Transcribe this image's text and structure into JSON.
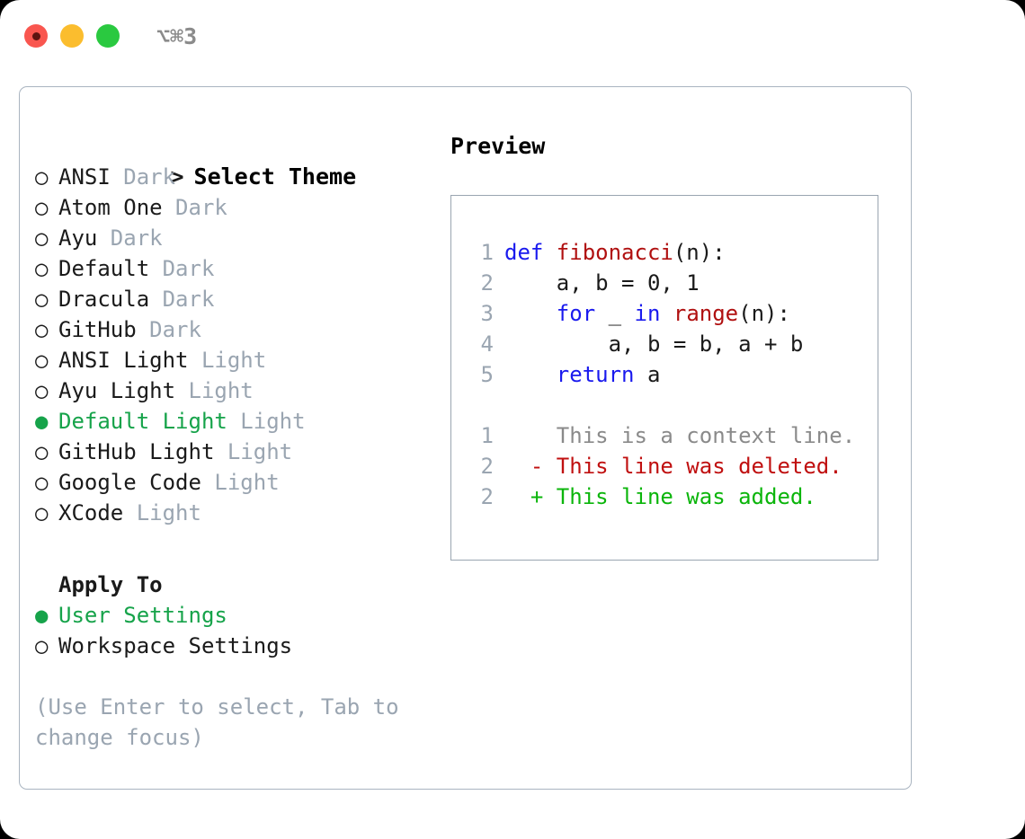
{
  "titlebar": {
    "buttons": [
      {
        "name": "close",
        "color": "#f9564f"
      },
      {
        "name": "minimize",
        "color": "#fbbd2e"
      },
      {
        "name": "maximize",
        "color": "#2ac940"
      }
    ],
    "shortcut": "⌥⌘3"
  },
  "theme_panel": {
    "header_marker": ">",
    "header": "Select Theme",
    "selected_marker": "●",
    "unselected_marker": "○",
    "items": [
      {
        "marker": "○",
        "label": "ANSI",
        "tag": "Dark",
        "selected": false
      },
      {
        "marker": "○",
        "label": "Atom One",
        "tag": "Dark",
        "selected": false
      },
      {
        "marker": "○",
        "label": "Ayu",
        "tag": "Dark",
        "selected": false
      },
      {
        "marker": "○",
        "label": "Default",
        "tag": "Dark",
        "selected": false
      },
      {
        "marker": "○",
        "label": "Dracula",
        "tag": "Dark",
        "selected": false
      },
      {
        "marker": "○",
        "label": "GitHub",
        "tag": "Dark",
        "selected": false
      },
      {
        "marker": "○",
        "label": "ANSI Light",
        "tag": "Light",
        "selected": false
      },
      {
        "marker": "○",
        "label": "Ayu Light",
        "tag": "Light",
        "selected": false
      },
      {
        "marker": "●",
        "label": "Default Light",
        "tag": "Light",
        "selected": true
      },
      {
        "marker": "○",
        "label": "GitHub Light",
        "tag": "Light",
        "selected": false
      },
      {
        "marker": "○",
        "label": "Google Code",
        "tag": "Light",
        "selected": false
      },
      {
        "marker": "○",
        "label": "XCode",
        "tag": "Light",
        "selected": false
      }
    ]
  },
  "apply_to": {
    "title": "Apply To",
    "options": [
      {
        "marker": "●",
        "label": "User Settings",
        "selected": true
      },
      {
        "marker": "○",
        "label": "Workspace Settings",
        "selected": false
      }
    ]
  },
  "hint": "(Use Enter to select, Tab to change focus)",
  "preview": {
    "title": "Preview",
    "code_lines": [
      {
        "number": "1",
        "tokens": [
          {
            "text": "def ",
            "style": "kw"
          },
          {
            "text": "fibonacci",
            "style": "fn"
          },
          {
            "text": "(n):",
            "style": "plain"
          }
        ]
      },
      {
        "number": "2",
        "tokens": [
          {
            "text": "    a, b = 0, 1",
            "style": "plain"
          }
        ]
      },
      {
        "number": "3",
        "tokens": [
          {
            "text": "    ",
            "style": "plain"
          },
          {
            "text": "for",
            "style": "kw"
          },
          {
            "text": " _ ",
            "style": "plain"
          },
          {
            "text": "in ",
            "style": "kw"
          },
          {
            "text": "range",
            "style": "fn"
          },
          {
            "text": "(n):",
            "style": "plain"
          }
        ]
      },
      {
        "number": "4",
        "tokens": [
          {
            "text": "        a, b = b, a + b",
            "style": "plain"
          }
        ]
      },
      {
        "number": "5",
        "tokens": [
          {
            "text": "    ",
            "style": "plain"
          },
          {
            "text": "return",
            "style": "kw"
          },
          {
            "text": " a",
            "style": "plain"
          }
        ]
      }
    ],
    "diff_lines": [
      {
        "number": "1",
        "sign": " ",
        "text": " This is a context line.",
        "style": "ctx"
      },
      {
        "number": "2",
        "sign": "-",
        "text": " This line was deleted.",
        "style": "del"
      },
      {
        "number": "2",
        "sign": "+",
        "text": " This line was added.",
        "style": "add"
      }
    ]
  },
  "colors": {
    "accent_green": "#16a34a",
    "muted_gray": "#9aa5b1",
    "keyword_blue": "#1a1aee",
    "function_red": "#b01010",
    "diff_add": "#0bb50b",
    "diff_del": "#c01010",
    "border": "#a9b4c0"
  }
}
